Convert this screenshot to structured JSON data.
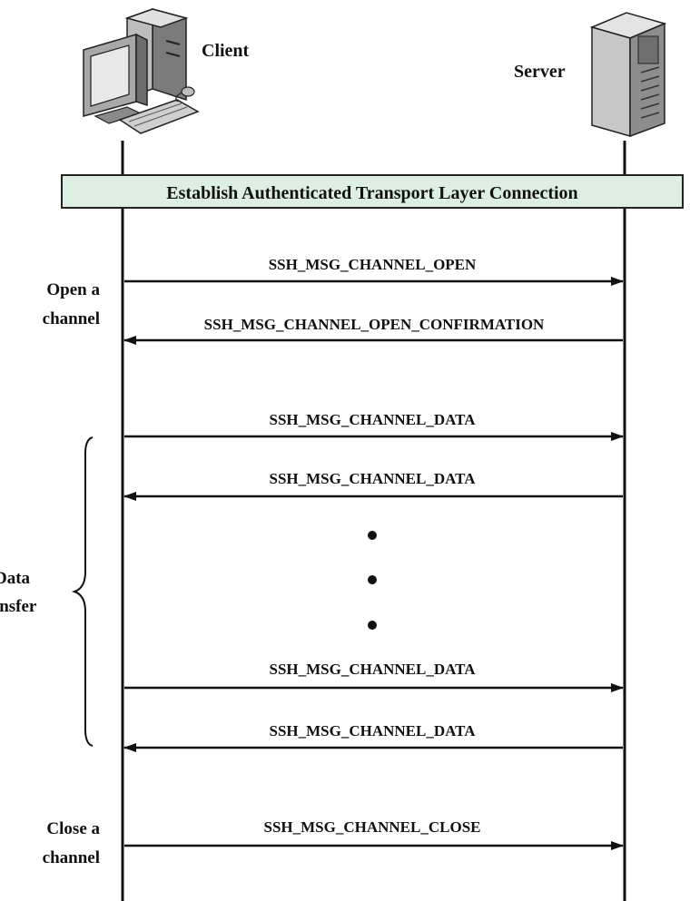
{
  "parties": {
    "client": "Client",
    "server": "Server"
  },
  "banner": "Establish Authenticated Transport Layer Connection",
  "phases": {
    "open": [
      "Open a",
      "channel"
    ],
    "data": [
      "Data",
      "Transfer"
    ],
    "close": [
      "Close a",
      "channel"
    ]
  },
  "messages": [
    {
      "label": "SSH_MSG_CHANNEL_OPEN",
      "direction": "client-to-server"
    },
    {
      "label": "SSH_MSG_CHANNEL_OPEN_CONFIRMATION",
      "direction": "server-to-client"
    },
    {
      "label": "SSH_MSG_CHANNEL_DATA",
      "direction": "client-to-server"
    },
    {
      "label": "SSH_MSG_CHANNEL_DATA",
      "direction": "server-to-client"
    },
    {
      "label": "SSH_MSG_CHANNEL_DATA",
      "direction": "client-to-server"
    },
    {
      "label": "SSH_MSG_CHANNEL_DATA",
      "direction": "server-to-client"
    },
    {
      "label": "SSH_MSG_CHANNEL_CLOSE",
      "direction": "client-to-server"
    }
  ],
  "colors": {
    "banner_fill": "#dcefe2",
    "line": "#111111"
  },
  "icons": {
    "client": "desktop-computer-icon",
    "server": "server-tower-icon"
  }
}
